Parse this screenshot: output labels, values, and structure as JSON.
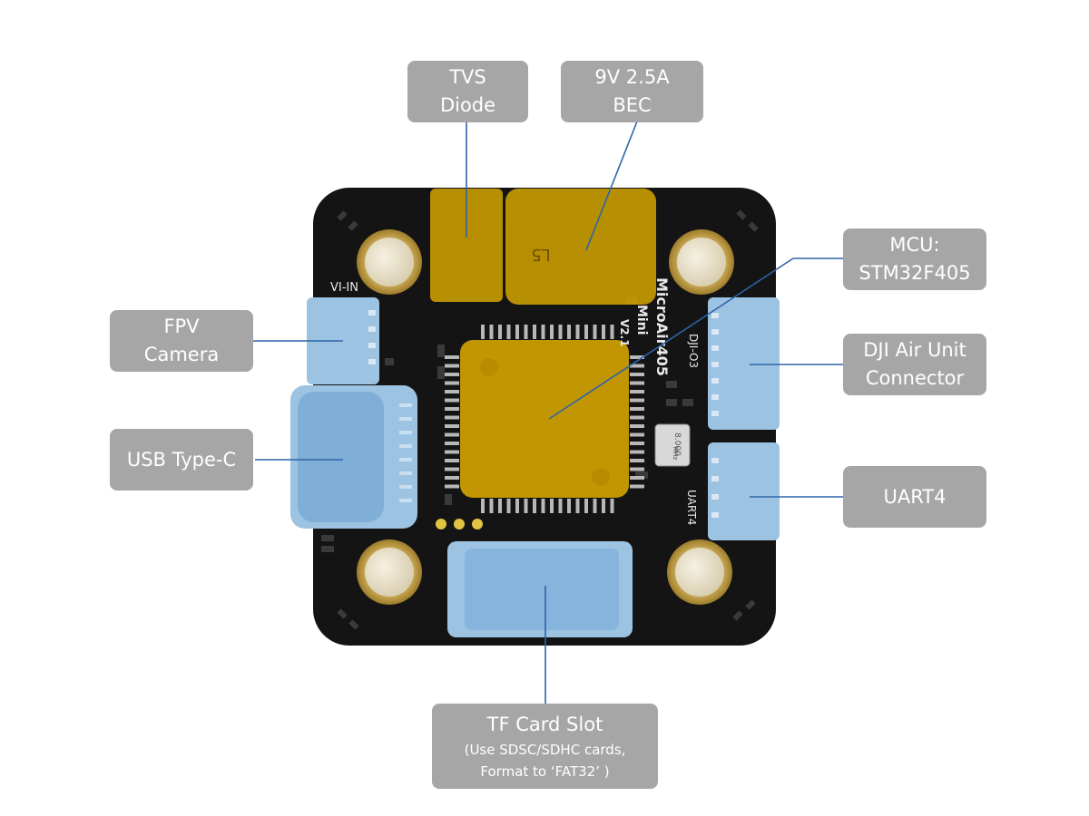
{
  "board": {
    "silkscreen": {
      "vi_in": "VI-IN",
      "name": "MicroAir405",
      "variant": "Mini",
      "version": "V2.1",
      "dji_port": "DJI-O3",
      "uart_port": "UART4",
      "crystal": "8.000",
      "crystal_unit": "MHz",
      "inductor": "L5"
    }
  },
  "callouts": {
    "tvs": {
      "line1": "TVS",
      "line2": "Diode"
    },
    "bec": {
      "line1": "9V 2.5A",
      "line2": "BEC"
    },
    "mcu": {
      "line1": "MCU:",
      "line2": "STM32F405"
    },
    "fpv": {
      "line1": "FPV",
      "line2": "Camera"
    },
    "dji": {
      "line1": "DJI Air Unit",
      "line2": "Connector"
    },
    "usb": {
      "line1": "USB Type-C"
    },
    "uart": {
      "line1": "UART4"
    },
    "tf": {
      "line1": "TF Card Slot",
      "line2": "(Use SDSC/SDHC cards,",
      "line3": "Format to ‘FAT32’ )"
    }
  },
  "colors": {
    "pcb": "#141414",
    "yellow_highlight": "#d4a400",
    "blue_highlight": "#9cc3e2",
    "callout_bg": "#a6a6a6",
    "leader_line": "#2e64a8",
    "mount_gold": "#c9a24a"
  }
}
